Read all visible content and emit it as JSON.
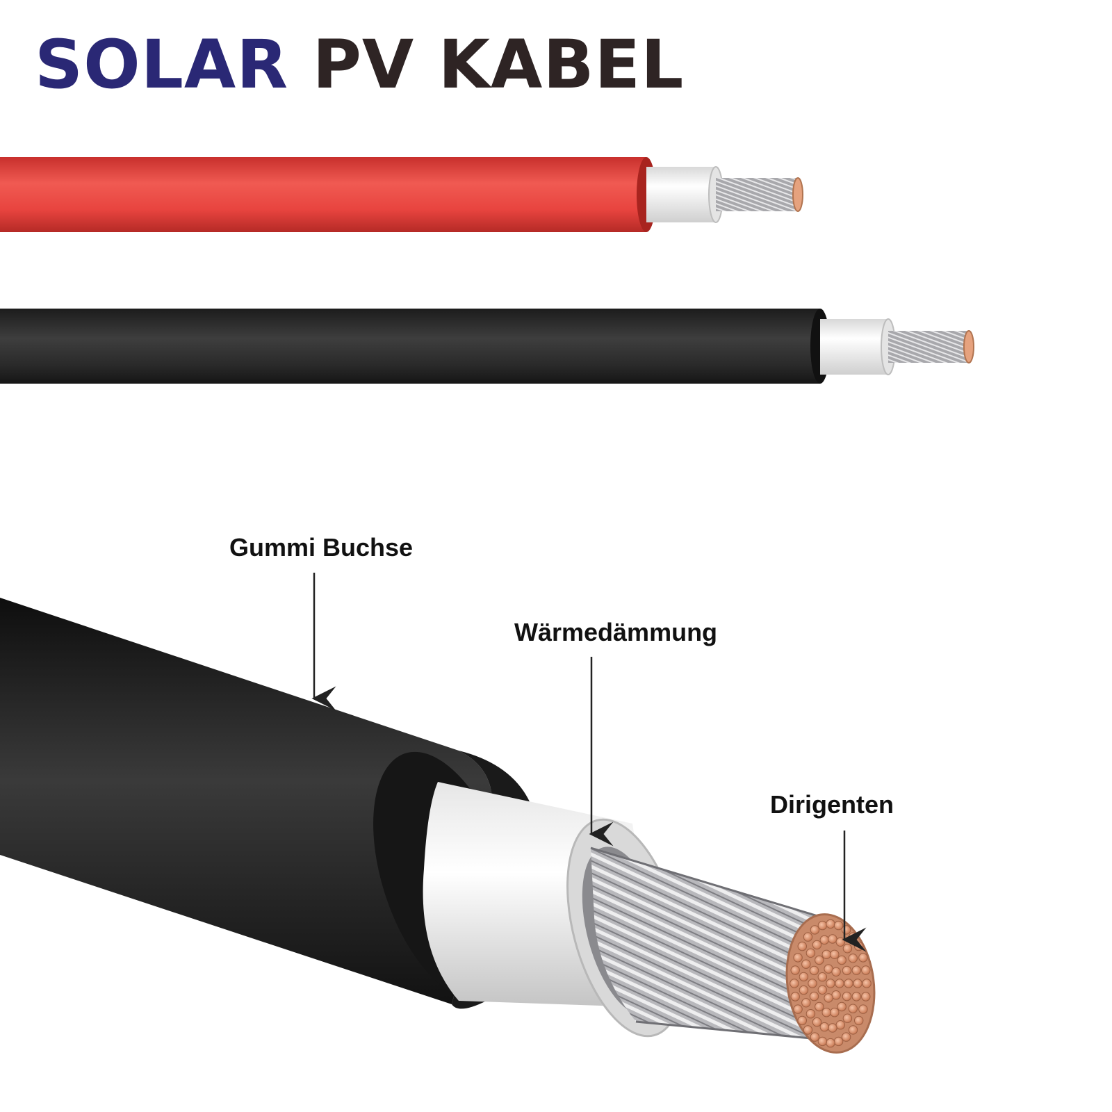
{
  "title": {
    "part1": "SOLAR",
    "part2": "PV KABEL"
  },
  "labels": {
    "sheath": "Gummi Buchse",
    "insulation": "Wärmedämmung",
    "conductor": "Dirigenten"
  },
  "colors": {
    "title_blue": "#2a2875",
    "title_dark": "#2e2424",
    "cable_red": "#e8443f",
    "cable_black": "#2b2b2b",
    "insulation_white": "#f2f2f2",
    "conductor_silver": "#b4b4b8",
    "conductor_copper": "#e8a07c"
  }
}
